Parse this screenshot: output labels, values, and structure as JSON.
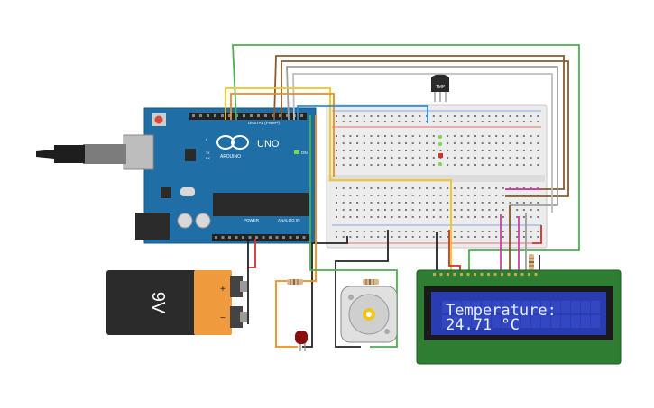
{
  "arduino": {
    "model": "UNO",
    "brand": "ARDUINO",
    "digital_label": "DIGITAL (PWM~)",
    "power_label": "POWER",
    "analog_label": "ANALOG IN",
    "on_label": "ON",
    "tx_label": "TX",
    "rx_label": "RX",
    "l_label": "L"
  },
  "battery": {
    "label": "9V",
    "plus": "+",
    "minus": "−"
  },
  "sensor": {
    "label": "TMP"
  },
  "lcd": {
    "line1": "Temperature:",
    "line2": "24.71 °C"
  },
  "colors": {
    "arduino_blue": "#1f6fa6",
    "lcd_screen": "#2a3db0",
    "lcd_board": "#2e7d32",
    "breadboard": "#e8e8e8",
    "battery_orange": "#f09a3e",
    "wire_green": "#4caf50",
    "wire_orange": "#ef8c1a",
    "wire_yellow": "#f2c51b",
    "wire_brown": "#8b5a2b",
    "wire_gray": "#9e9e9e",
    "wire_blue": "#2f8ed8",
    "wire_red": "#d32f2f",
    "wire_black": "#222222",
    "wire_pink": "#d23fa8"
  }
}
